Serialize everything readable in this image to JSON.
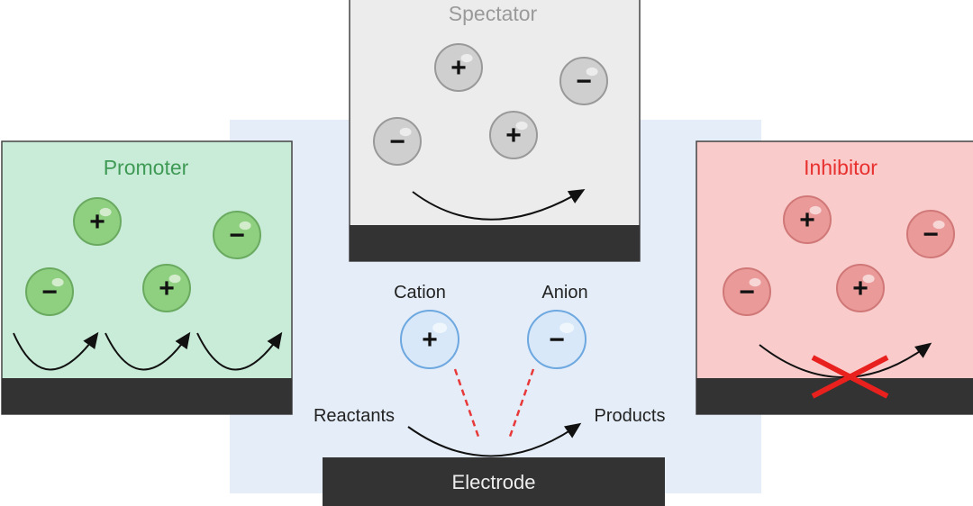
{
  "panels": {
    "spectator": {
      "label": "Spectator",
      "label_color": "#9a9a9a",
      "fill": "#ececec",
      "ion_fill": "#cfcfcf"
    },
    "promoter": {
      "label": "Promoter",
      "label_color": "#3f9a55",
      "fill": "#c8ecd8",
      "ion_fill": "#8fcf80"
    },
    "inhibitor": {
      "label": "Inhibitor",
      "label_color": "#e8302e",
      "fill": "#f9cbcb",
      "ion_fill": "#eb9a9a"
    }
  },
  "center": {
    "cation_label": "Cation",
    "anion_label": "Anion",
    "reactants_label": "Reactants",
    "products_label": "Products",
    "electrode_label": "Electrode",
    "background": "#e5eef8",
    "ion_fill": "#d8e8f8",
    "ion_stroke": "#6ea8e0"
  },
  "symbols": {
    "plus": "+",
    "minus": "−"
  },
  "colors": {
    "electrode": "#333333",
    "dash": "#e8393a",
    "cross": "#e8201e"
  }
}
